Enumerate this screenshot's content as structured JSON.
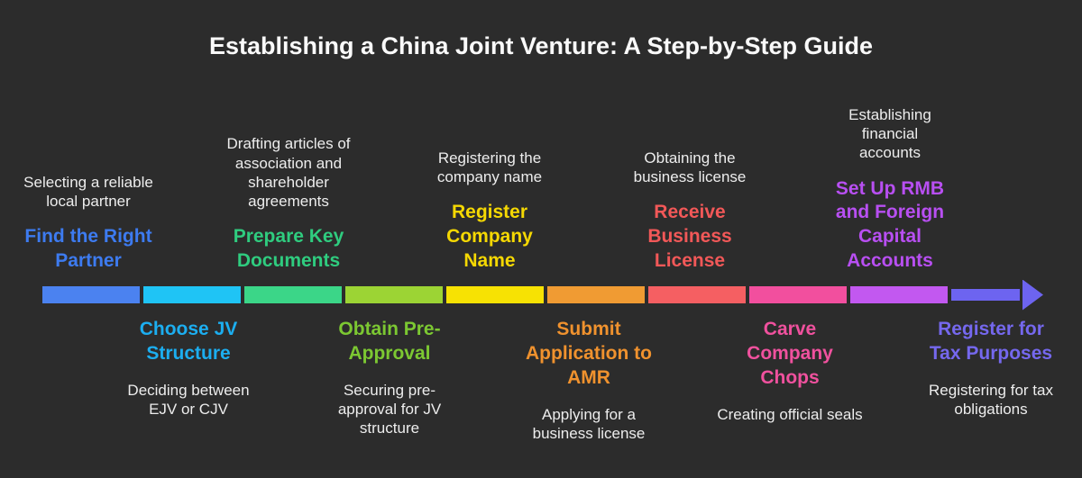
{
  "title": "Establishing a China Joint Venture: A Step-by-Step Guide",
  "steps_top": [
    {
      "description": "Selecting a reliable local partner",
      "heading": "Find the Right Partner",
      "color": "#3d7bf0"
    },
    {
      "description": "Drafting articles of association and shareholder agreements",
      "heading": "Prepare Key Documents",
      "color": "#2fcc7f"
    },
    {
      "description": "Registering the company name",
      "heading": "Register Company Name",
      "color": "#f5d803"
    },
    {
      "description": "Obtaining the business license",
      "heading": "Receive Business License",
      "color": "#f25858"
    },
    {
      "description": "Establishing financial accounts",
      "heading": "Set Up RMB and Foreign Capital Accounts",
      "color": "#b84ff2"
    }
  ],
  "steps_bottom": [
    {
      "heading": "Choose JV Structure",
      "description": "Deciding between EJV or CJV",
      "color": "#1caef0"
    },
    {
      "heading": "Obtain Pre-Approval",
      "description": "Securing pre-approval for JV structure",
      "color": "#7cc832"
    },
    {
      "heading": "Submit Application to AMR",
      "description": "Applying for a business license",
      "color": "#f0922e"
    },
    {
      "heading": "Carve Company Chops",
      "description": "Creating official seals",
      "color": "#f0519e"
    },
    {
      "heading": "Register for Tax Purposes",
      "description": "Registering for tax obligations",
      "color": "#7568ee"
    }
  ],
  "timeline": {
    "segment_colors": [
      "#4b82f0",
      "#1fc4f5",
      "#3bd688",
      "#9cd434",
      "#f7e203",
      "#f09b33",
      "#f55f62",
      "#f24f9e",
      "#c258f0"
    ],
    "arrow_color": "#6d64f0"
  },
  "colors": {
    "background": "#2c2c2c",
    "text": "#ededed"
  }
}
